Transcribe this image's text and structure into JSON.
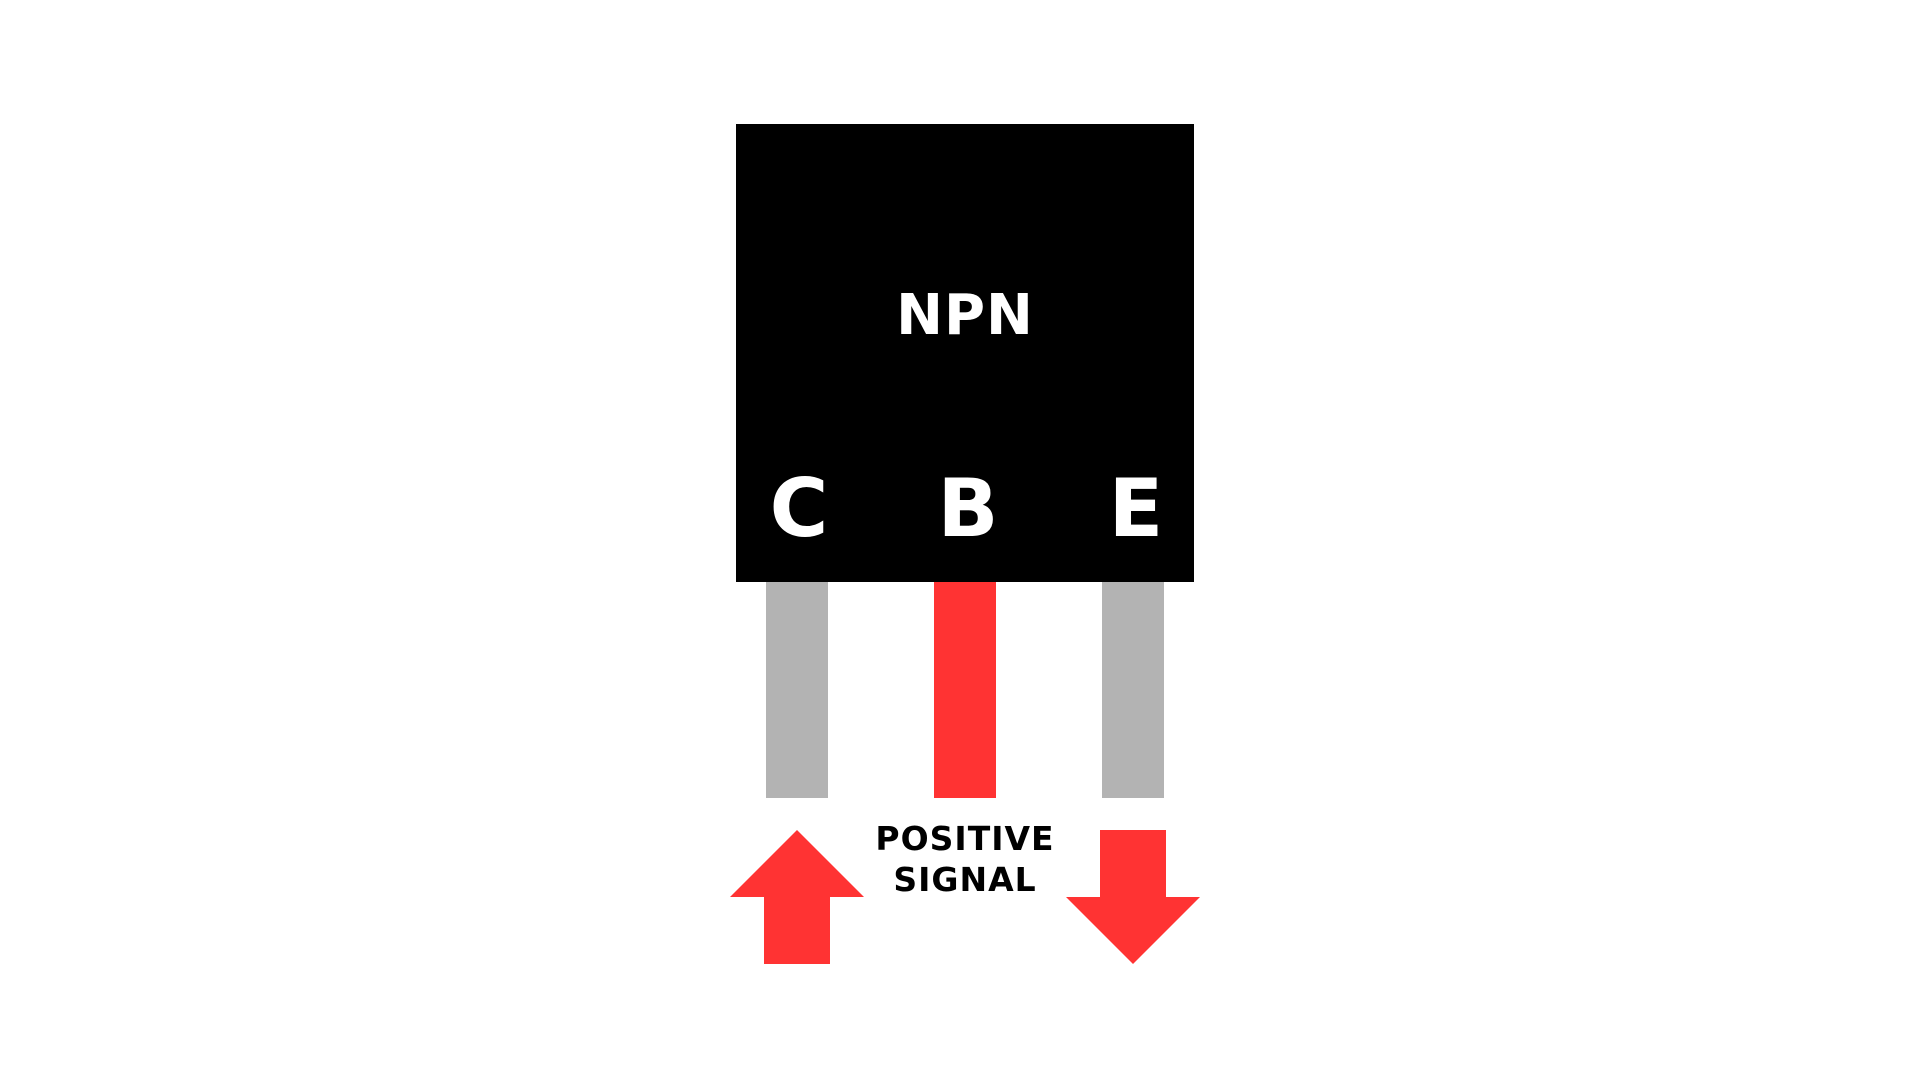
{
  "transistor": {
    "type_label": "NPN",
    "pins": {
      "collector": "C",
      "base": "B",
      "emitter": "E"
    }
  },
  "signal": {
    "line1": "POSITIVE",
    "line2": "SIGNAL"
  },
  "colors": {
    "body": "#000000",
    "label_text": "#ffffff",
    "lead_inactive": "#b3b3b3",
    "lead_active": "#ff3333",
    "arrow": "#ff3333",
    "signal_text": "#000000"
  },
  "icons": {
    "collector_arrow": "arrow-up-icon",
    "emitter_arrow": "arrow-down-icon"
  }
}
